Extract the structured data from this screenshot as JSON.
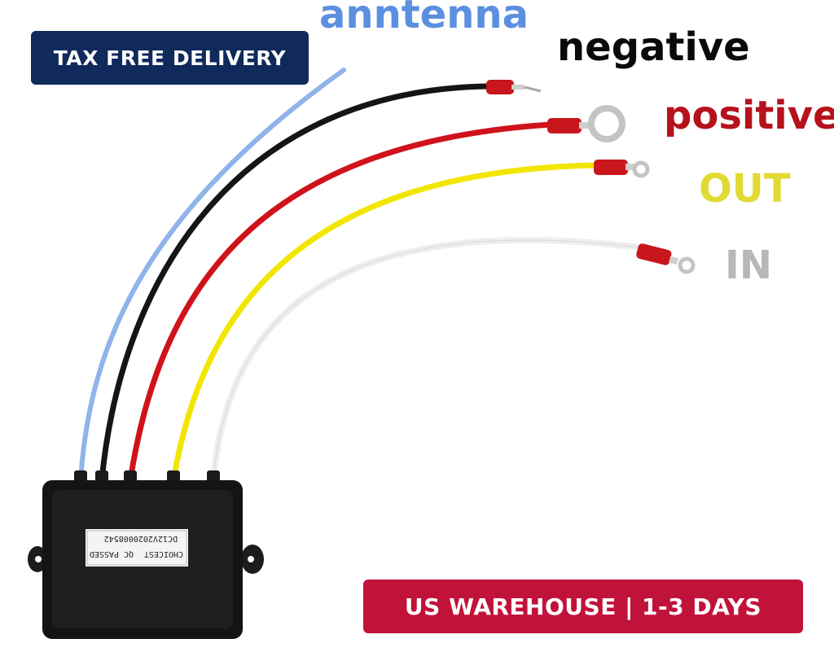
{
  "badges": {
    "tax_free": "TAX FREE DELIVERY",
    "warehouse": "US WAREHOUSE | 1-3 DAYS"
  },
  "wire_labels": {
    "antenna": "anntenna",
    "negative": "negative",
    "positive": "positive",
    "out": "OUT",
    "in": "IN"
  },
  "sticker": {
    "serial": "DC12V2020008542",
    "brand": "CHOICEST",
    "qc": "QC PASSED"
  },
  "colors": {
    "antenna_wire": "#8fb3ea",
    "negative_wire": "#151515",
    "positive_wire": "#d0121b",
    "out_wire": "#f2e600",
    "in_wire": "#eeeeee",
    "tax_badge": "#102a5c",
    "warehouse_badge": "#c1123a"
  }
}
